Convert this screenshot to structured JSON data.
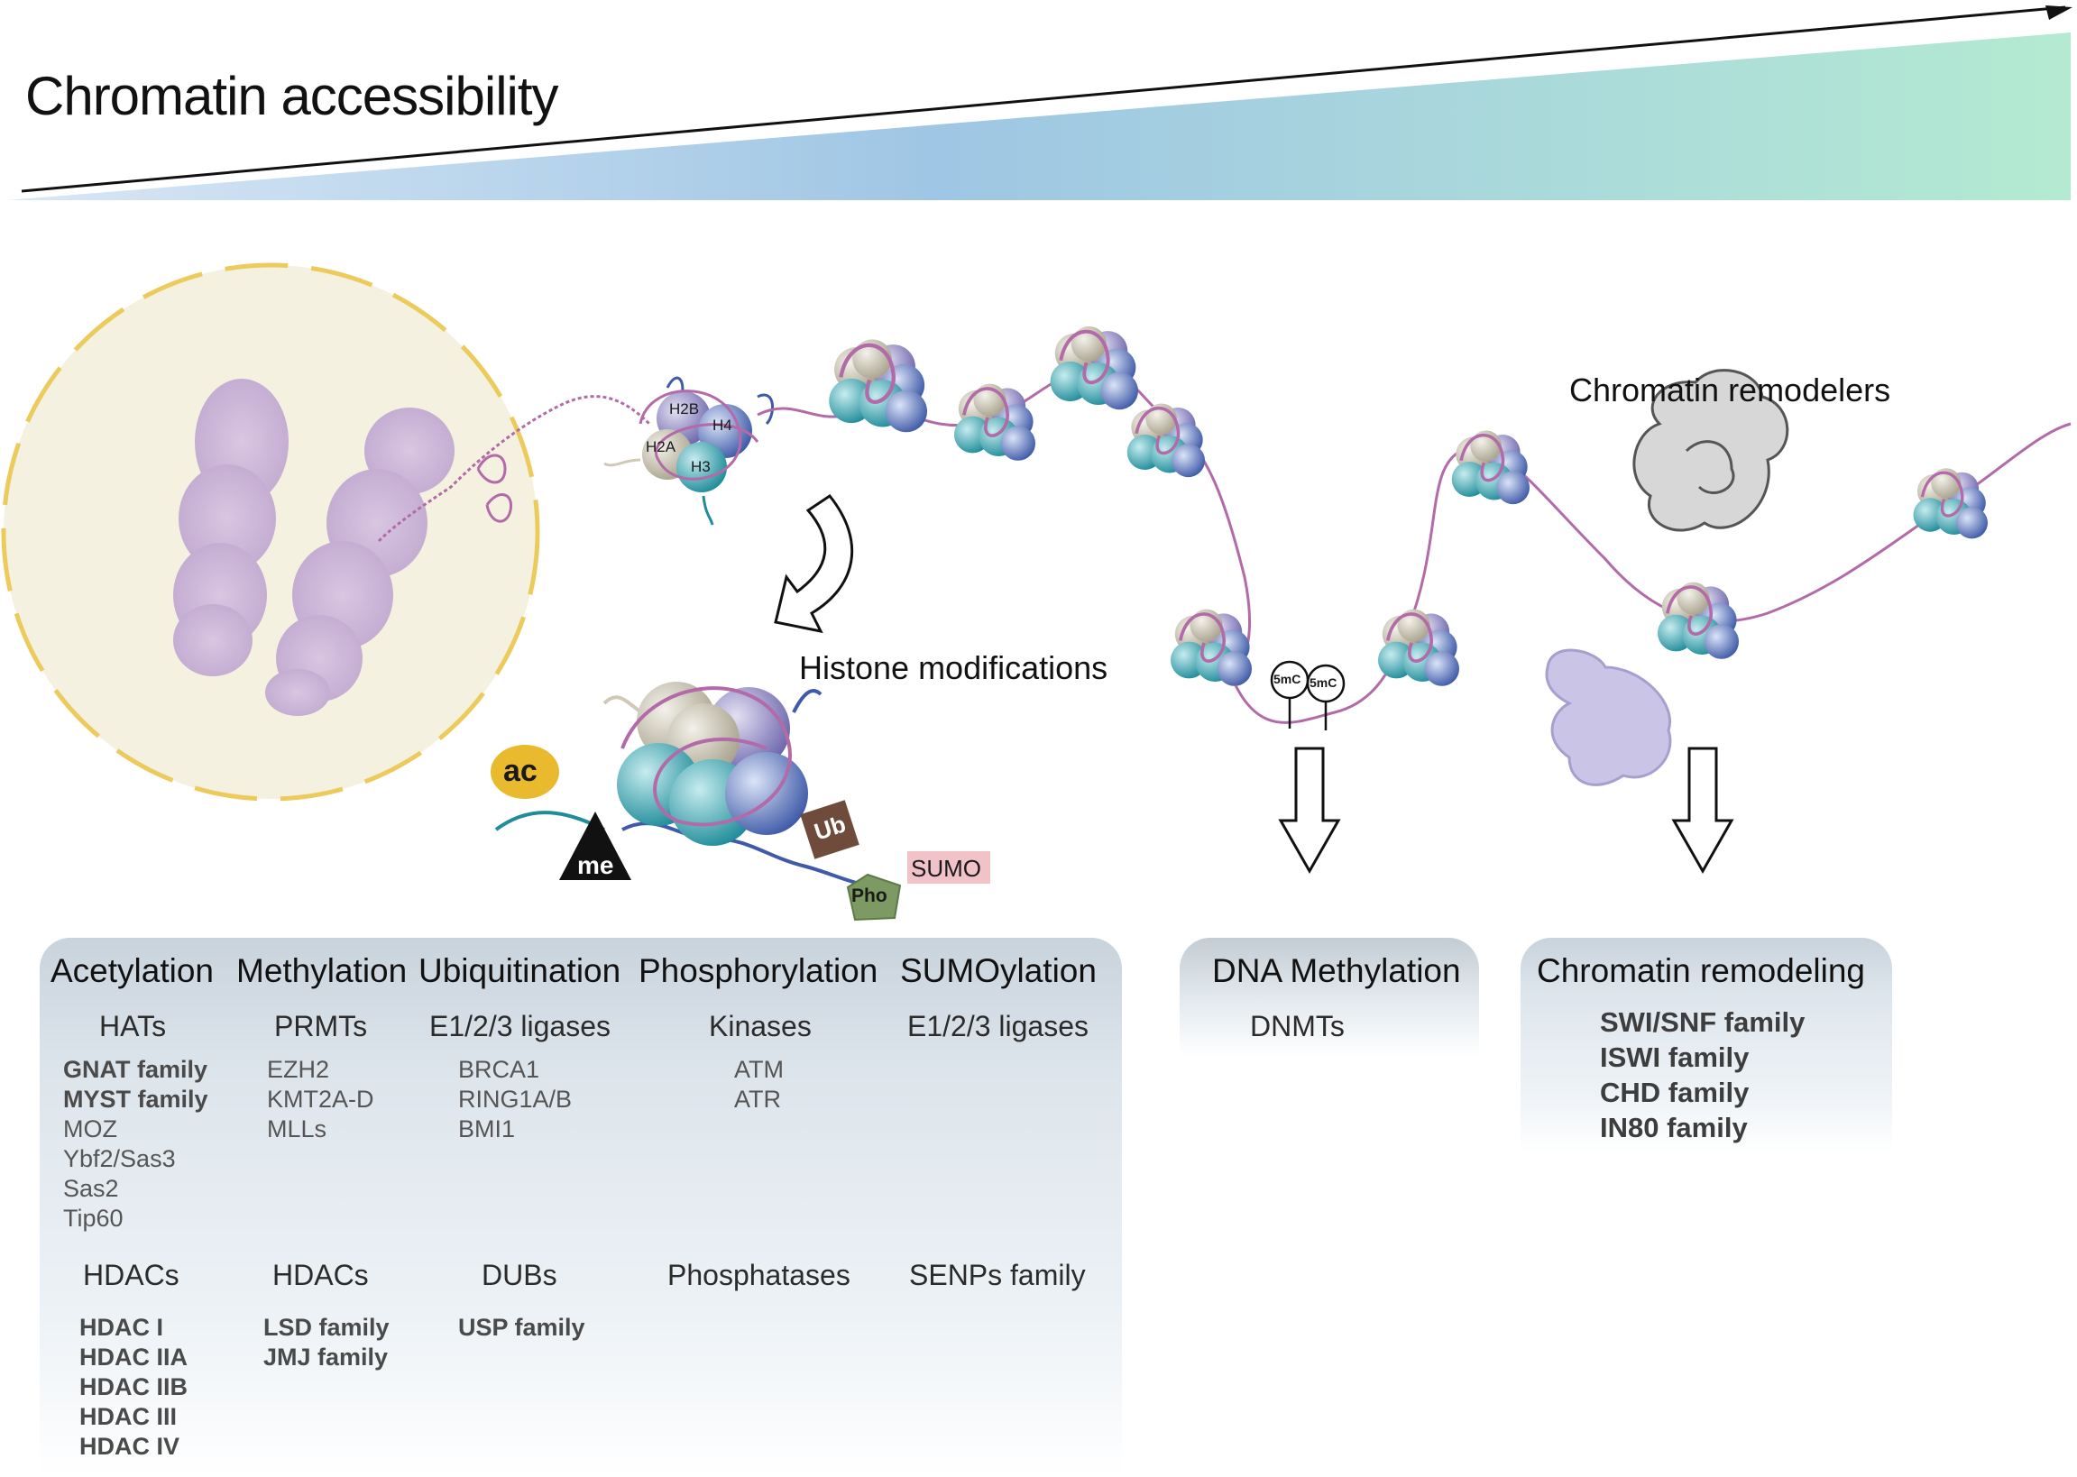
{
  "title": "Chromatin accessibility",
  "labels": {
    "histone_modifications": "Histone modifications",
    "chromatin_remodelers": "Chromatin remodelers"
  },
  "histones": {
    "h2b": "H2B",
    "h4": "H4",
    "h2a": "H2A",
    "h3": "H3"
  },
  "marks": {
    "ac": "ac",
    "me": "me",
    "ub": "Ub",
    "pho": "Pho",
    "sumo": "SUMO",
    "methyl_c": "5mC"
  },
  "colors": {
    "gradient_start": "#c8ddf0",
    "gradient_mid": "#9fc6e4",
    "gradient_end": "#b4ead2",
    "nucleus_fill": "#f4f1e0",
    "nucleus_border": "#eccb5c",
    "chromosome": "#c9b3d6",
    "dna_strand": "#b36aa8",
    "histone_beige": "#cfc9b6",
    "histone_teal": "#3aa7b5",
    "histone_blue": "#5d78c2",
    "histone_purple": "#8f88c8",
    "ac_mark": "#e9b92e",
    "ub_mark": "#6e4b3a",
    "pho_mark": "#7c9a62",
    "sumo_mark": "#f1c2c8"
  },
  "histone_panel": {
    "columns": [
      {
        "name": "Acetylation",
        "writer": "HATs",
        "writer_items_bold": [
          "GNAT family",
          "MYST family"
        ],
        "writer_items": [
          "MOZ",
          "Ybf2/Sas3",
          "Sas2",
          "Tip60"
        ],
        "eraser": "HDACs",
        "eraser_items": [
          "HDAC I",
          "HDAC IIA",
          "HDAC IIB",
          "HDAC III",
          "HDAC IV"
        ]
      },
      {
        "name": "Methylation",
        "writer": "PRMTs",
        "writer_items": [
          "EZH2",
          "KMT2A-D",
          "MLLs"
        ],
        "eraser": "HDACs",
        "eraser_items": [
          "LSD family",
          "JMJ family"
        ]
      },
      {
        "name": "Ubiquitination",
        "writer": "E1/2/3 ligases",
        "writer_items": [
          "BRCA1",
          "RING1A/B",
          "BMI1"
        ],
        "eraser": "DUBs",
        "eraser_items": [
          "USP family"
        ]
      },
      {
        "name": "Phosphorylation",
        "writer": "Kinases",
        "writer_items": [
          "ATM",
          "ATR"
        ],
        "eraser": "Phosphatases",
        "eraser_items": []
      },
      {
        "name": "SUMOylation",
        "writer": "E1/2/3 ligases",
        "writer_items": [],
        "eraser": "SENPs family",
        "eraser_items": []
      }
    ]
  },
  "dna_methylation_panel": {
    "title": "DNA Methylation",
    "items": [
      "DNMTs"
    ]
  },
  "remodeling_panel": {
    "title": "Chromatin remodeling",
    "items": [
      "SWI/SNF family",
      "ISWI family",
      "CHD family",
      "IN80 family"
    ]
  }
}
